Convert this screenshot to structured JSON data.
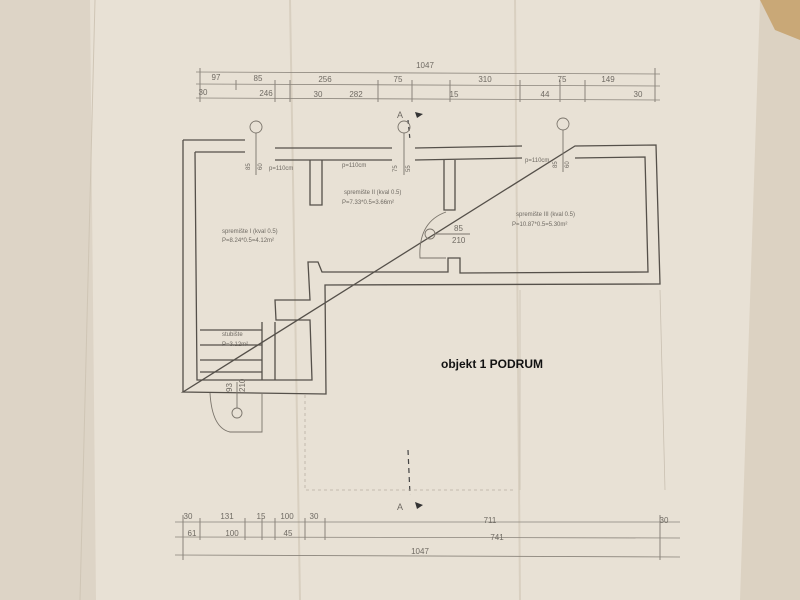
{
  "annotation": "objekt 1 PODRUM",
  "top_dims": {
    "total": "1047",
    "row1": [
      "97",
      "85",
      "256",
      "75",
      "310",
      "75",
      "149"
    ],
    "row2": [
      "30",
      "246",
      "30",
      "282",
      "15",
      "44",
      "30"
    ]
  },
  "bottom_dims": {
    "row1": [
      "30",
      "131",
      "15",
      "100",
      "30",
      "711",
      "30"
    ],
    "row2": [
      "61",
      "100",
      "45",
      "741"
    ],
    "total": "1047"
  },
  "section_marker": "A",
  "rooms": {
    "room1": {
      "name": "spremište I (kval 0.5)",
      "area": "P=8.24*0.5=4.12m²"
    },
    "room2": {
      "name": "spremište II (kval 0.5)",
      "area": "P=7.33*0.5=3.66m²"
    },
    "room3": {
      "name": "spremište III (kval 0.5)",
      "area": "P=10.87*0.5=5.30m²"
    },
    "stairs": {
      "name": "stubište",
      "area": "P=3.12m²"
    }
  },
  "windows": {
    "w1": {
      "width": "85",
      "height": "60",
      "sill": "p=110cm"
    },
    "w2": {
      "width": "75",
      "height": "55",
      "sill": "p=110cm"
    },
    "w3": {
      "width": "85",
      "height": "60",
      "sill": "p=110cm"
    }
  },
  "doors": {
    "d1": {
      "width": "85",
      "height": "210"
    },
    "d2": {
      "width": "93",
      "height": "210"
    }
  },
  "colors": {
    "wall": "#55504a",
    "ink": "#6f6a63",
    "paper": "#e8e1d5"
  }
}
